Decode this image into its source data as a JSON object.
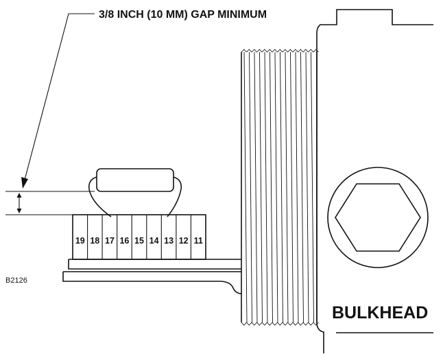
{
  "callout": {
    "gap_label": "3/8 INCH (10 MM) GAP MINIMUM"
  },
  "labels": {
    "bulkhead": "BULKHEAD",
    "figure_id": "B2126"
  },
  "terminal_block": {
    "terminals": [
      "19",
      "18",
      "17",
      "16",
      "15",
      "14",
      "13",
      "12",
      "11"
    ]
  },
  "colors": {
    "line": "#111111",
    "background": "#ffffff"
  }
}
